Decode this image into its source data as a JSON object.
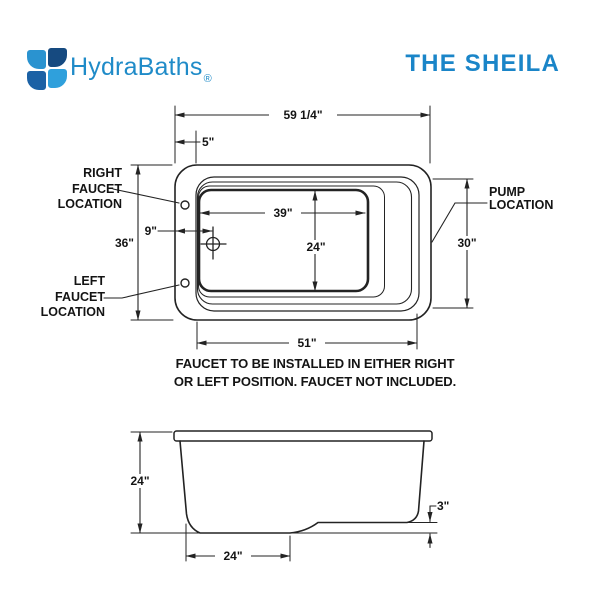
{
  "brand": {
    "name": "HydraBaths",
    "registered_mark": "®",
    "mark_colors": {
      "top_left": "#2a93d0",
      "top_right": "#164a80",
      "bottom_left": "#1b61a5",
      "bottom_right": "#2fa0dc"
    },
    "text_color": "#1f8bc8"
  },
  "title": "THE SHEILA",
  "title_color": "#1a85c8",
  "top_view": {
    "labels": {
      "right_faucet": [
        "RIGHT",
        "FAUCET",
        "LOCATION"
      ],
      "left_faucet": [
        "LEFT",
        "FAUCET",
        "LOCATION"
      ],
      "pump": [
        "PUMP",
        "LOCATION"
      ]
    },
    "dimensions": {
      "overall_width": "59 1/4\"",
      "faucet_deck": "5\"",
      "overall_depth": "36\"",
      "drain_offset": "9\"",
      "basin_width": "39\"",
      "basin_depth": "24\"",
      "pump_side_height": "30\"",
      "base_width": "51\""
    }
  },
  "note": [
    "FAUCET TO BE INSTALLED IN EITHER RIGHT",
    "OR LEFT POSITION.  FAUCET NOT INCLUDED."
  ],
  "side_view": {
    "dimensions": {
      "height": "24\"",
      "step_height": "3\"",
      "flat_bottom_length": "24\""
    }
  }
}
